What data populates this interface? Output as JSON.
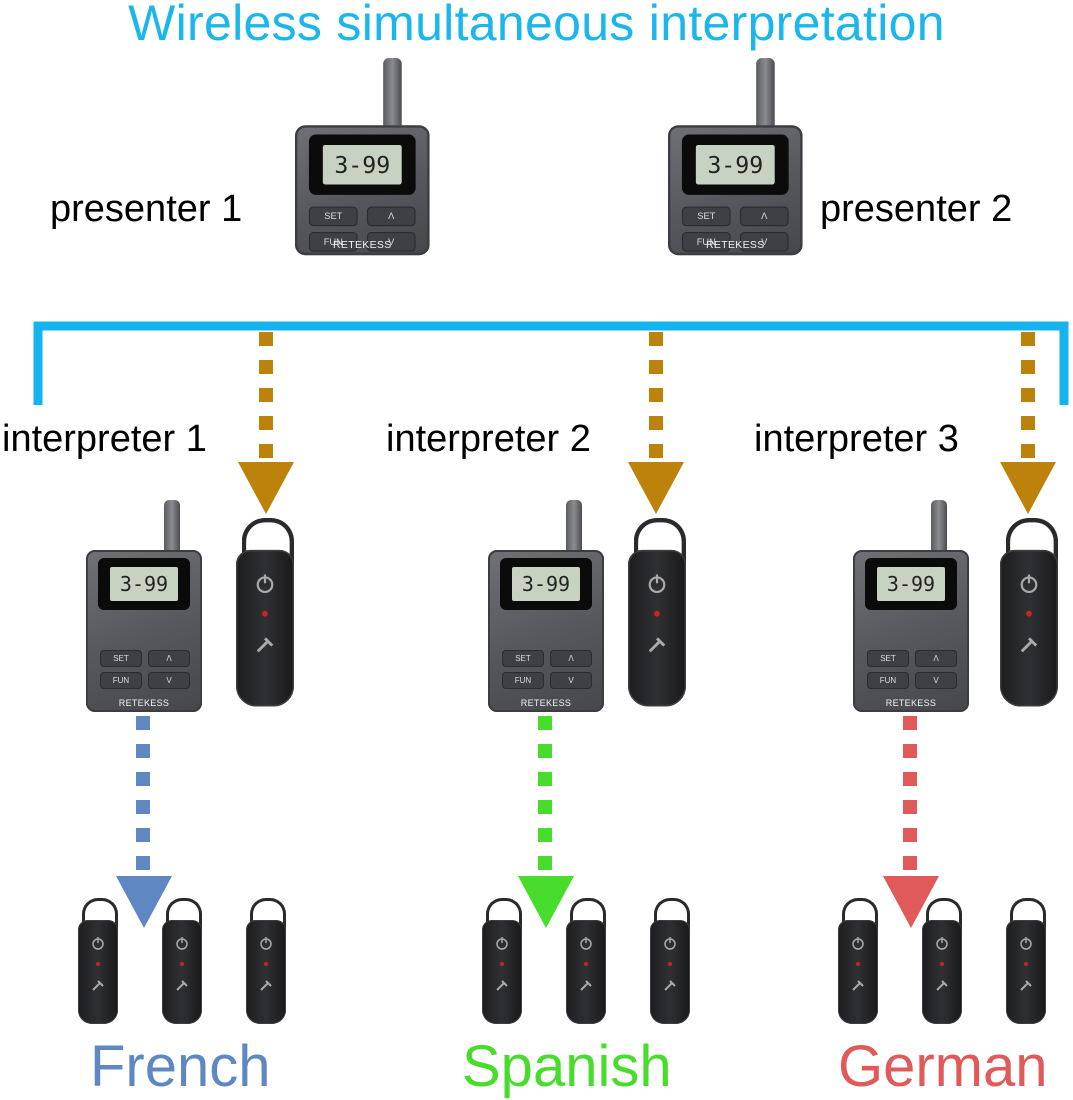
{
  "title": "Wireless simultaneous interpretation",
  "colors": {
    "title": "#1ab6ec",
    "bus": "#16b4ee",
    "feed": "#bd820c",
    "french": "#5f88c2",
    "spanish": "#48dc2c",
    "german": "#e05a5a"
  },
  "presenters": [
    {
      "label": "presenter 1"
    },
    {
      "label": "presenter 2"
    }
  ],
  "interpreters": [
    {
      "label": "interpreter 1"
    },
    {
      "label": "interpreter 2"
    },
    {
      "label": "interpreter 3"
    }
  ],
  "languages": [
    {
      "label": "French"
    },
    {
      "label": "Spanish"
    },
    {
      "label": "German"
    }
  ],
  "device": {
    "brand": "RETEKESS",
    "display": "3-99",
    "buttons": [
      "SET",
      "Λ",
      "FUN",
      "V"
    ]
  },
  "icons": {
    "transmitter": "handheld-transmitter-icon",
    "receiver": "earpiece-receiver-icon",
    "arrow": "arrow-down-icon"
  }
}
